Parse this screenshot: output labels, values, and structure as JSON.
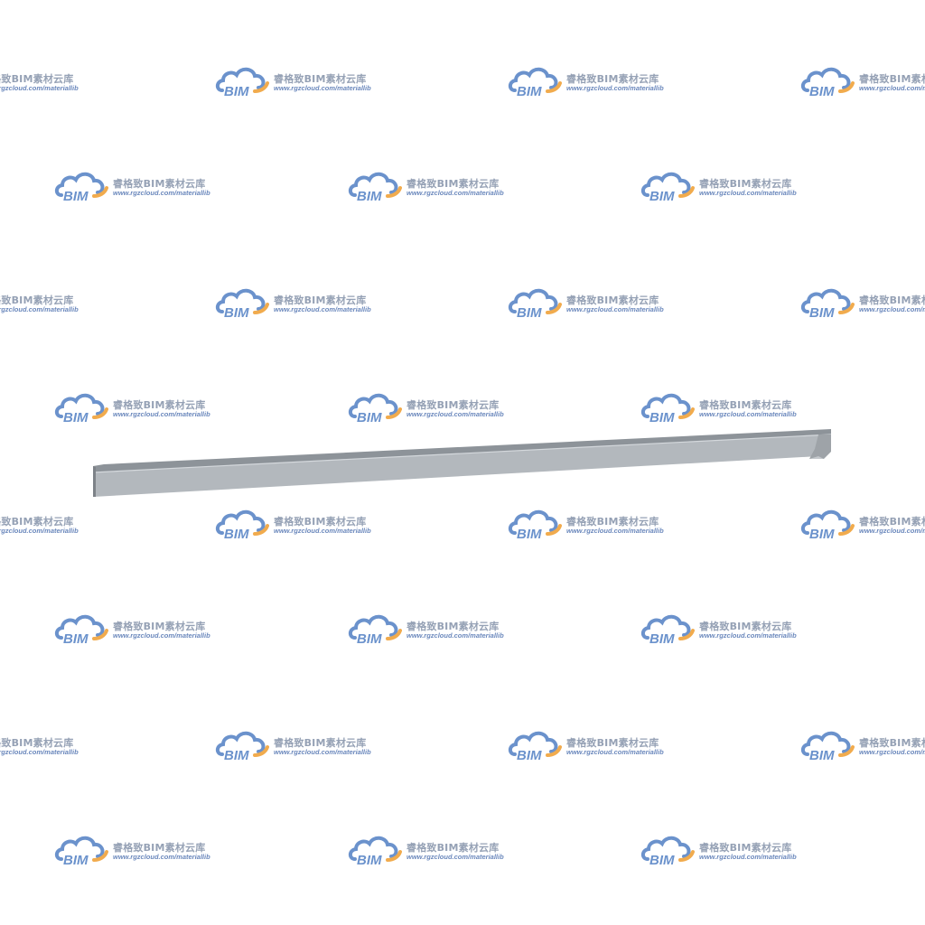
{
  "watermark": {
    "logo_text": "BIM",
    "title": "睿格致BIM素材云库",
    "url": "www.rgzcloud.com/materiallib",
    "colors": {
      "cloud_blue": "#5b87c7",
      "cloud_orange": "#f0a23a",
      "text_gray": "#8a97ad",
      "url_blue": "#5a7bb5"
    }
  },
  "model": {
    "object": "steel-angle-beam",
    "colors": {
      "top_face": "#8d9399",
      "front_face": "#b3b8bd",
      "edge_highlight": "#d4d8dc",
      "end_face": "#9ea3a8"
    }
  }
}
